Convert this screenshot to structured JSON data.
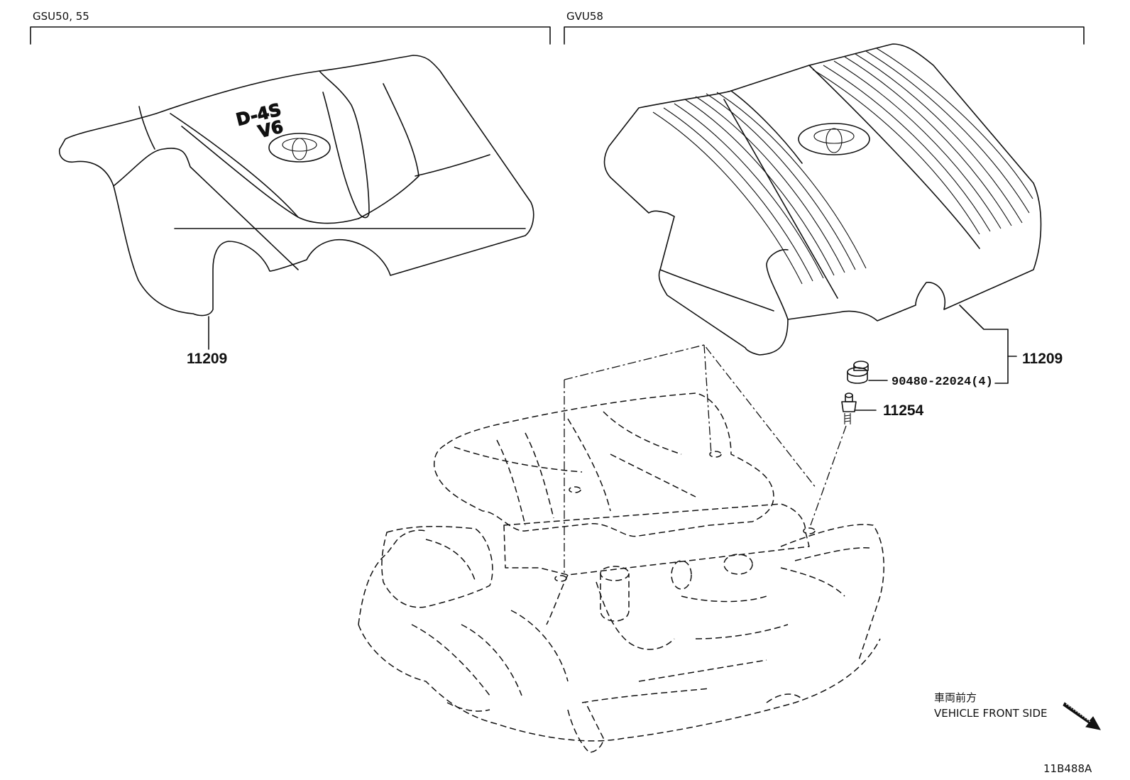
{
  "variants": [
    {
      "code": "GSU50, 55"
    },
    {
      "code": "GVU58"
    }
  ],
  "emblem_text": {
    "line1": "D-4S",
    "line2": "V6"
  },
  "callouts": {
    "cover_left": "11209",
    "cover_right": "11209",
    "grommet": "90480-22024(4)",
    "stud": "11254"
  },
  "direction": {
    "label_jp": "車両前方",
    "label_en": "VEHICLE FRONT SIDE"
  },
  "figure_id": "11B488A"
}
